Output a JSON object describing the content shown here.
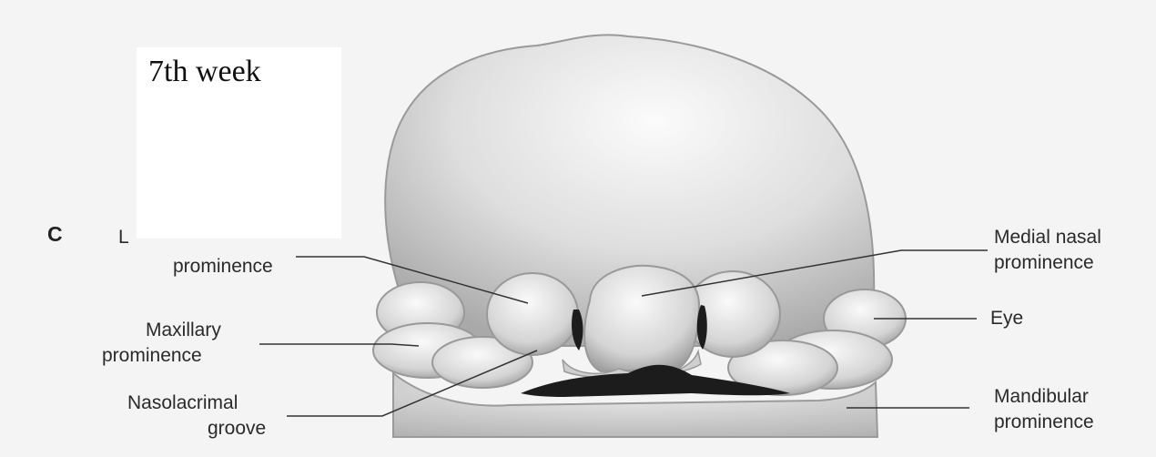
{
  "title": "7th week",
  "panel_letter": "C",
  "labels": {
    "lateral_nasal": {
      "line1": "L",
      "line2": "prominence"
    },
    "maxillary": {
      "line1": "Maxillary",
      "line2": "prominence"
    },
    "nasolacrimal": {
      "line1": "Nasolacrimal",
      "line2": "groove"
    },
    "medial_nasal": {
      "line1": "Medial nasal",
      "line2": "prominence"
    },
    "eye": {
      "line1": "Eye"
    },
    "mandibular": {
      "line1": "Mandibular",
      "line2": "prominence"
    }
  },
  "colors": {
    "background": "#f4f4f4",
    "head_light": "#f7f7f7",
    "head_shade": "#b9b9b9",
    "groove_dark": "#1c1c1c",
    "leader_line": "#333333"
  }
}
